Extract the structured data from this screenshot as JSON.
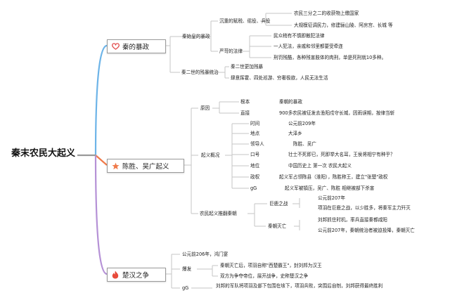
{
  "title": "秦末农民大起义",
  "b1": {
    "label": "秦的暴政",
    "n1": "秦始皇的暴政",
    "n1a": "沉重的赋税、徭役、兵役",
    "n1a1": "农民三分之二的收获物上缴国家",
    "n1a2": "大规模征调民力，修建骊山陵、阿房宫、长城 等",
    "n1b": "严苛的法律",
    "n1b1": "民众稍有不慎即触犯法律",
    "n1b2": "一人犯法，亲戚和邻里都要受牵连",
    "n1b3": "刑罚残酷，各种残害肢体的肉刑，单是死刑就10多种。",
    "n2": "秦二世的残暴统治",
    "n2a": "秦二世更加残暴",
    "n2b": "肆意挥霍、四处巡游、穷奢极欲，人民无法生活"
  },
  "b2": {
    "label": "陈胜、吴广起义",
    "c1": "原因",
    "c1a": "根本",
    "c1a_v": "秦朝的暴政",
    "c1b": "直接",
    "c1b_v": "900多农民被征发去渔阳戍守长城，因雨误期，按律当斩",
    "c2": "起义概况",
    "c2a": "时间",
    "c2a_v": "公元前209年",
    "c2b": "地点",
    "c2b_v": "大泽乡",
    "c2c": "领导人",
    "c2c_v": "陈胜、吴广",
    "c2d": "口号",
    "c2d_v": "壮士不死即已，死即举大名耳，王侯将相宁有种乎？",
    "c2e": "地位",
    "c2e_v": "中国历史上 第一次 农民大起义",
    "c2f": "政权",
    "c2f_v": "起义军占领陈县（淮阳），陈胜称王，建立\"张楚\"政权",
    "c2g": "gG",
    "c2g_v": "起义军被镇压，吴广、陈胜 相继被部下杀害",
    "c3": "农民起义推翻秦朝",
    "c3a": "巨鹿之战",
    "c3a1": "公元前207年",
    "c3a2": "项羽在巨鹿之战，以少胜多，将秦军主力歼灭",
    "c3b": "秦朝灭亡",
    "c3b1": "刘邦抓住时机，率兵直接秦都咸阳",
    "c3b2": "公元前207年，秦朝统治者被迫投降，秦朝灭亡"
  },
  "b3": {
    "label": "楚汉之争",
    "d1": "公元前206年，鸿门宴",
    "d2": "爆发",
    "d2a": "秦朝灭亡后，项羽自称\"西楚霸王\"，封刘邦为汉王",
    "d2b": "双方为争夺帝位，展开战争，史称楚汉之争",
    "d3": "gG",
    "d3a": "刘邦的军队将项羽及部下包围在垓下，项羽兵败，突围后自刎，刘邦获得最终胜利"
  },
  "colors": {
    "b1": "#6db4e8",
    "b2": "#f07a4a",
    "b3": "#b591d6",
    "line": "#c6c6c6"
  }
}
